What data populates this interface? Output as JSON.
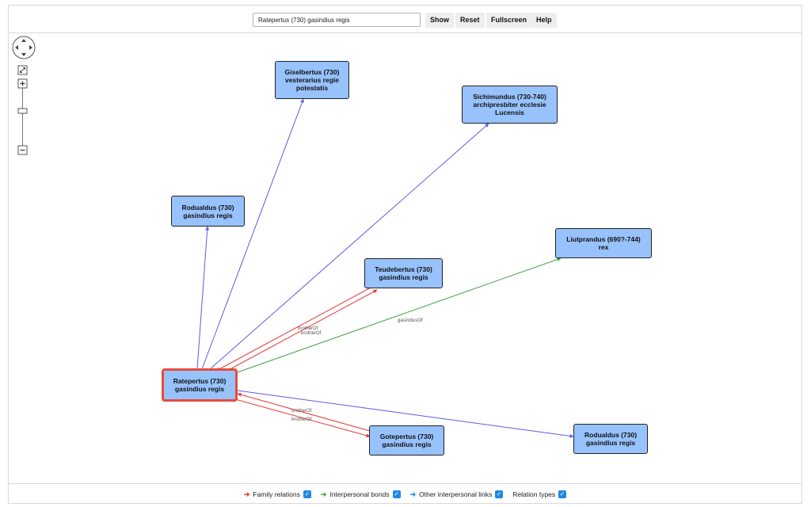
{
  "toolbar": {
    "search_value": "Ratepertus (730) gasindius regis",
    "buttons": [
      "Show",
      "Reset",
      "Fullscreen",
      "Help"
    ]
  },
  "graph": {
    "nodes": [
      {
        "id": "giselbertus",
        "label": "Giselbertus (730)\nvesterarius regie\npotestatis"
      },
      {
        "id": "sichimundus",
        "label": "Sichimundus (730-740)\narchipresbiter ecclesie\nLucensis"
      },
      {
        "id": "rodualdus1",
        "label": "Rodualdus (730)\ngasindius regis"
      },
      {
        "id": "liutprandus",
        "label": "Liutprandus (690?-744)\nrex"
      },
      {
        "id": "teudebertus",
        "label": "Teudebertus (730)\ngasindius regis"
      },
      {
        "id": "ratepertus",
        "label": "Ratepertus (730)\ngasindius regis",
        "selected": true
      },
      {
        "id": "gotepertus",
        "label": "Gotepertus (730)\ngasindius regis"
      },
      {
        "id": "rodualdus2",
        "label": "Rodualdus (730)\ngasindius regis"
      }
    ],
    "edges": [
      {
        "from": "ratepertus",
        "to": "giselbertus",
        "type": "other",
        "label": ""
      },
      {
        "from": "ratepertus",
        "to": "sichimundus",
        "type": "other",
        "label": ""
      },
      {
        "from": "ratepertus",
        "to": "rodualdus1",
        "type": "other",
        "label": ""
      },
      {
        "from": "ratepertus",
        "to": "liutprandus",
        "type": "interpersonal",
        "label": "gasindiusOf"
      },
      {
        "from": "ratepertus",
        "to": "teudebertus",
        "type": "family",
        "label": "brotherOf"
      },
      {
        "from": "teudebertus",
        "to": "ratepertus",
        "type": "family",
        "label": "brotherOf"
      },
      {
        "from": "ratepertus",
        "to": "gotepertus",
        "type": "family",
        "label": "brotherOf"
      },
      {
        "from": "gotepertus",
        "to": "ratepertus",
        "type": "family",
        "label": "brotherOf"
      },
      {
        "from": "ratepertus",
        "to": "rodualdus2",
        "type": "other",
        "label": ""
      }
    ],
    "colors": {
      "family": "#e53935",
      "interpersonal": "#43a047",
      "other": "#5c5ce6"
    }
  },
  "legend": {
    "items": [
      {
        "label": "Family relations",
        "arrow": "➔",
        "color": "#e53935"
      },
      {
        "label": "Interpersonal bonds",
        "arrow": "➔",
        "color": "#43a047"
      },
      {
        "label": "Other interpersonal links",
        "arrow": "➔",
        "color": "#1e88e5"
      },
      {
        "label": "Relation types",
        "arrow": "",
        "color": ""
      }
    ],
    "check_glyph": "✓"
  }
}
